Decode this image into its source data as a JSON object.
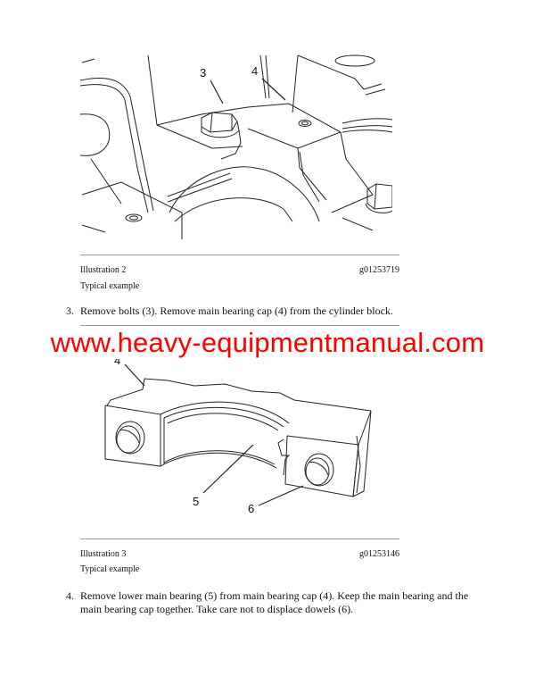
{
  "illustration_2": {
    "label": "Illustration 2",
    "id": "g01253719",
    "caption": "Typical example",
    "callouts": [
      "3",
      "4"
    ]
  },
  "step_3": {
    "number": "3.",
    "text": "Remove bolts (3). Remove main bearing cap (4) from the cylinder block."
  },
  "watermark": {
    "text": "www.heavy-equipmentmanual.com",
    "color": "#ff0000"
  },
  "illustration_3": {
    "label": "Illustration 3",
    "id": "g01253146",
    "caption": "Typical example",
    "callouts": [
      "4",
      "5",
      "6"
    ]
  },
  "step_4": {
    "number": "4.",
    "line1": "Remove lower main bearing (5) from main bearing cap (4). Keep the main bearing and the",
    "line2": "main bearing cap together. Take care not to displace dowels (6)."
  }
}
